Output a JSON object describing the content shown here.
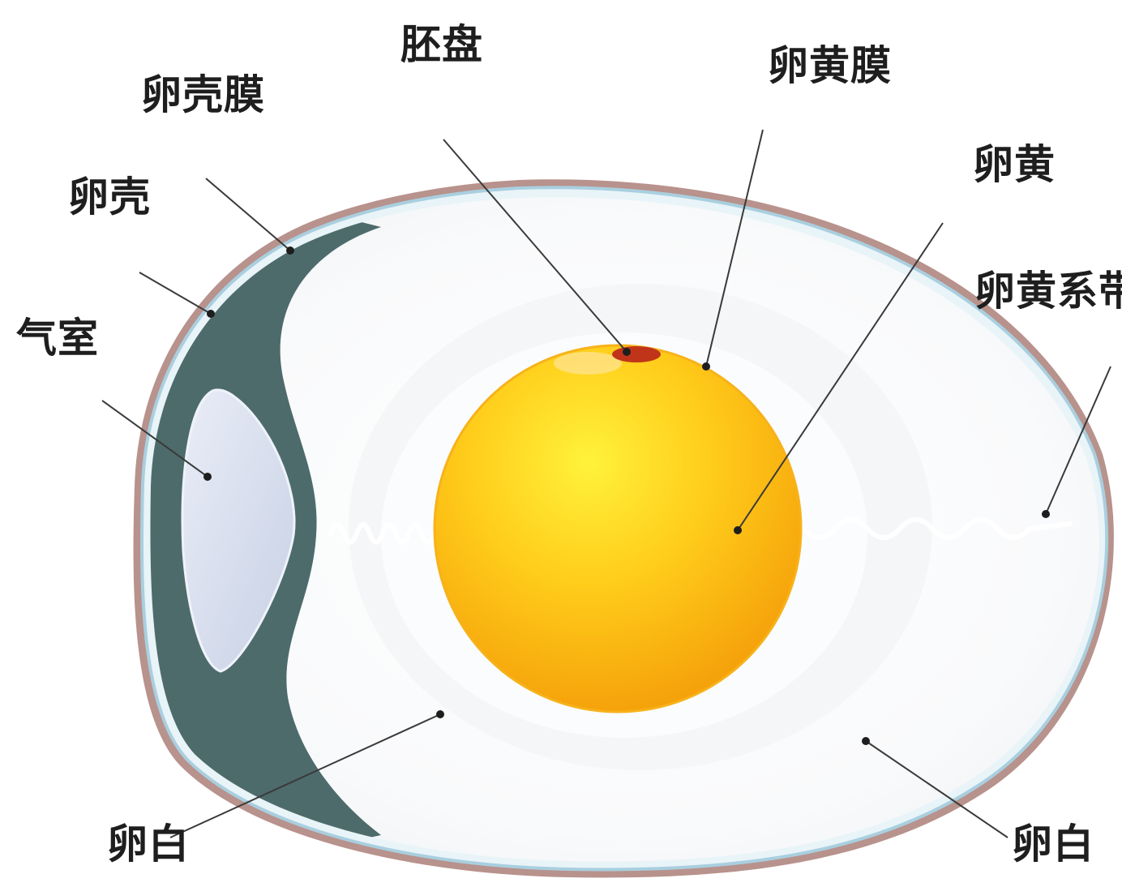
{
  "labels": {
    "embryo_disc": "胚盘",
    "vitelline_membrane": "卵黄膜",
    "shell_membrane": "卵壳膜",
    "yolk": "卵黄",
    "shell": "卵壳",
    "chalaza": "卵黄系带",
    "air_cell": "气室",
    "albumen_left": "卵白",
    "albumen_right": "卵白"
  },
  "colors": {
    "shell": "#b8928c",
    "shell_membrane": "#d6eaf2",
    "thick_albumen_band": "#4e6b6c",
    "air_cell": "#d5dcec",
    "albumen": "#f7f8fa",
    "yolk_center": "#ffe12a",
    "yolk_edge": "#f5a20a",
    "embryo_disc": "#c0351a",
    "leader_line": "#3a3a3a"
  }
}
